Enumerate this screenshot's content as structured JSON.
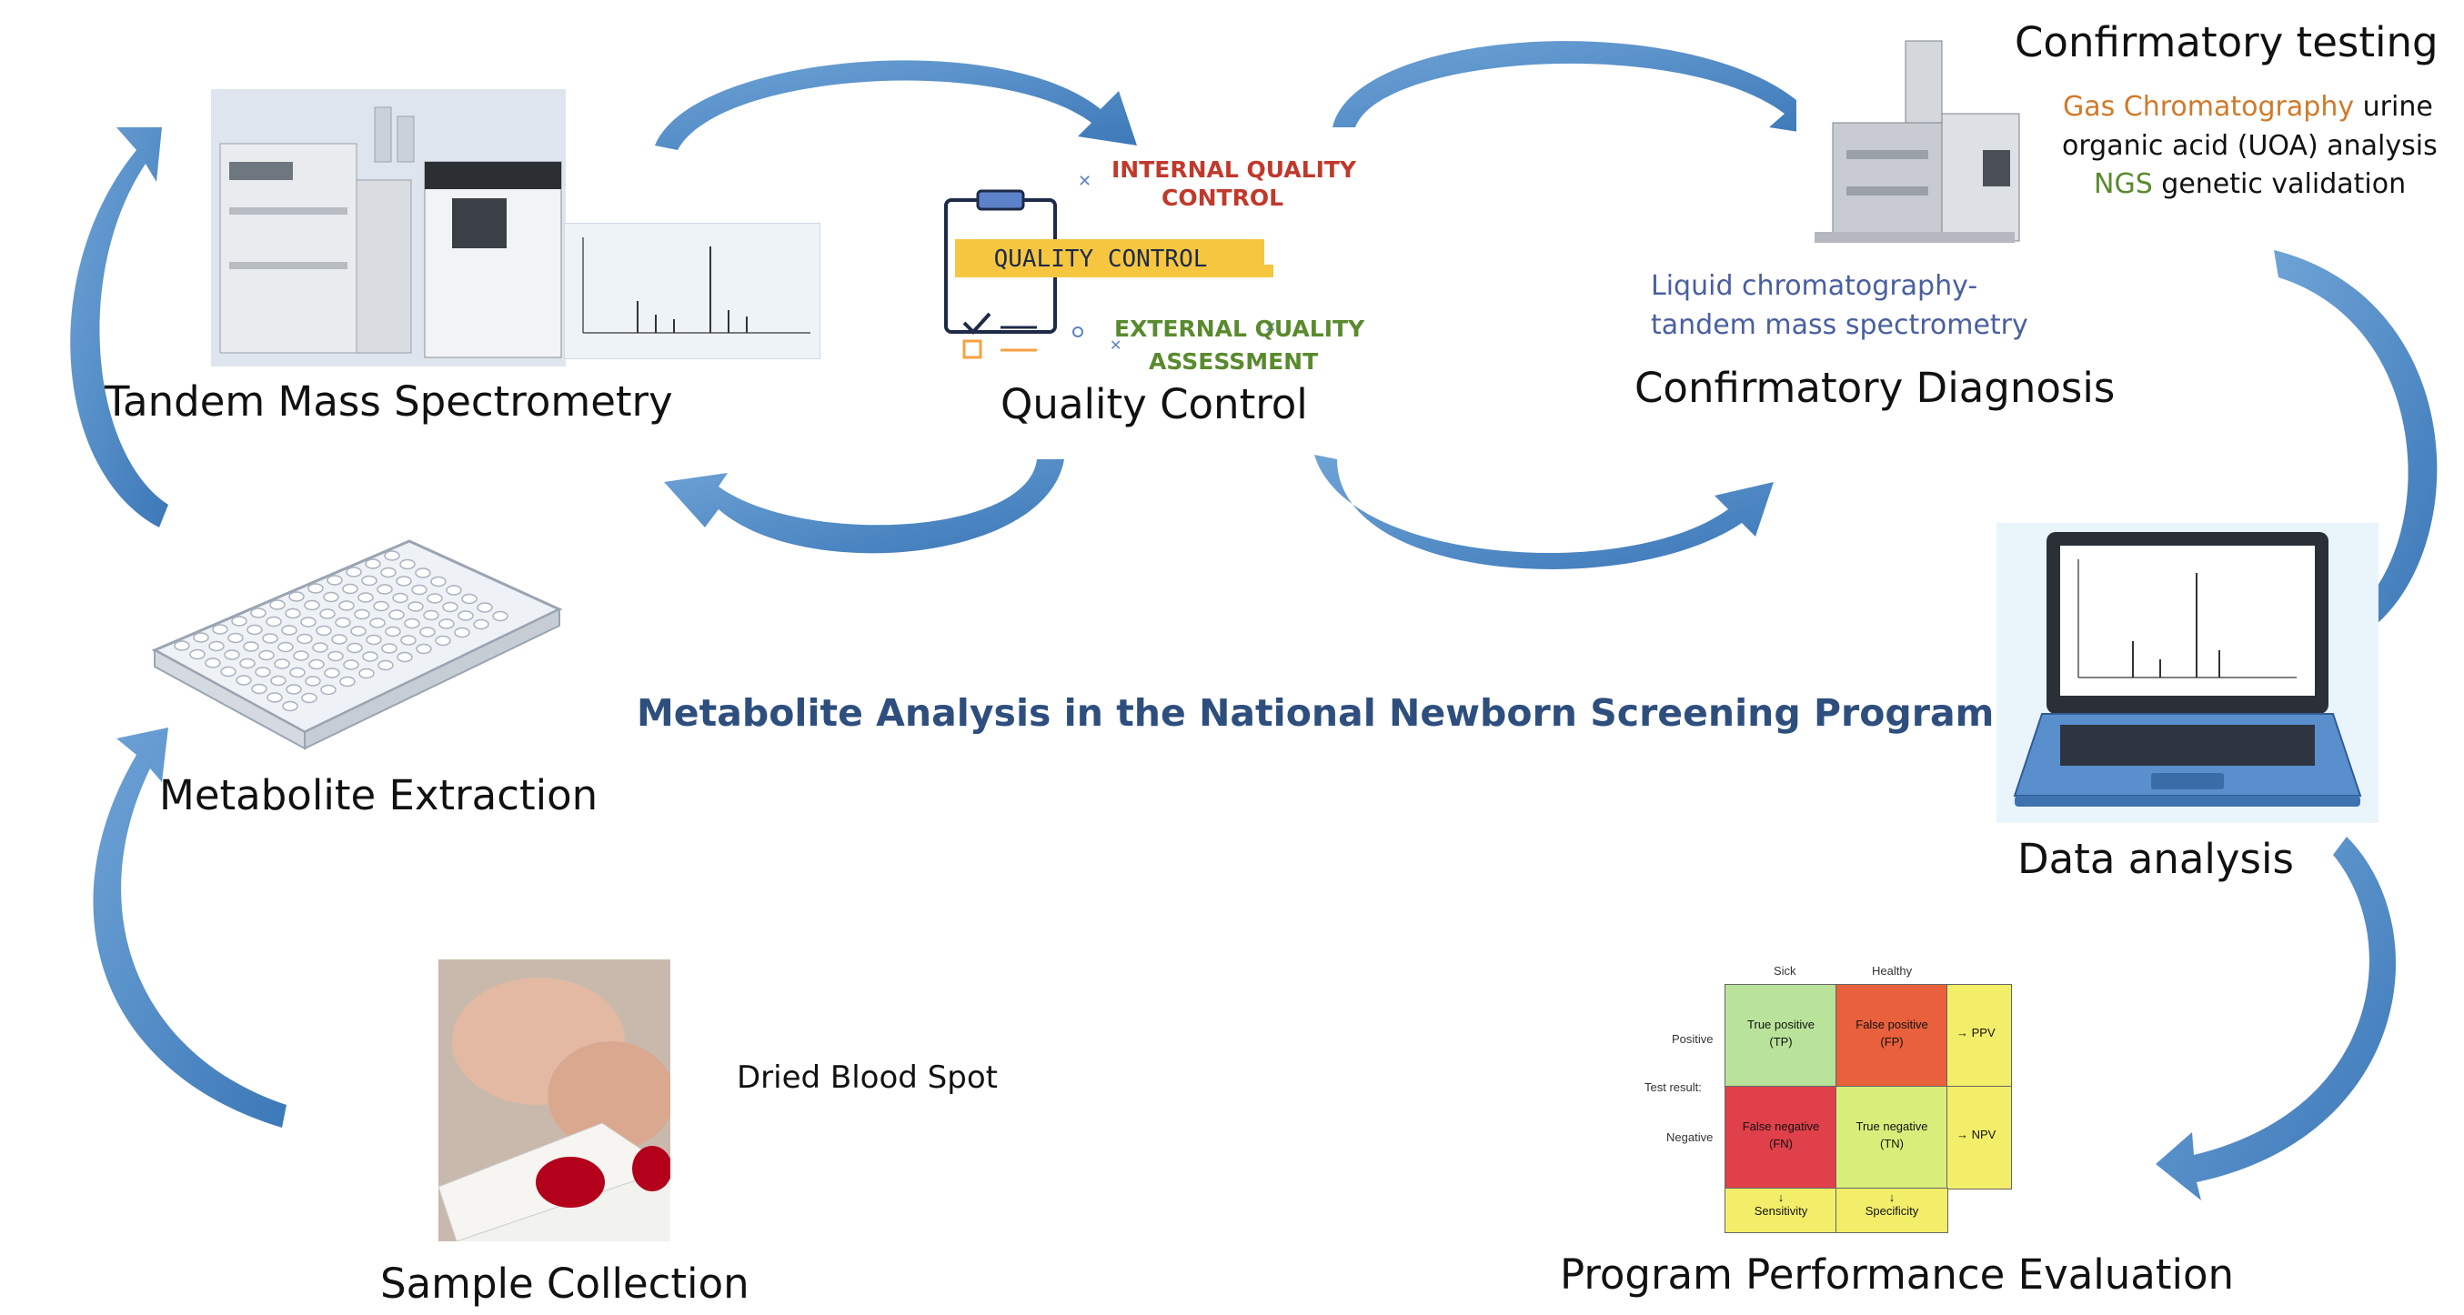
{
  "title": "Metabolite Analysis in the National Newborn Screening Program",
  "steps": {
    "tms": "Tandem Mass Spectrometry",
    "qc": "Quality Control",
    "confirm_dx": "Confirmatory Diagnosis",
    "extraction": "Metabolite Extraction",
    "data_analysis": "Data analysis",
    "sample_collection": "Sample Collection",
    "performance": "Program Performance Evaluation"
  },
  "qc_graphic": {
    "clipboard_text": "QUALITY CONTROL",
    "internal_line1": "INTERNAL QUALITY",
    "internal_line2": "CONTROL",
    "external_line1": "EXTERNAL QUALITY",
    "external_line2": "ASSESSMENT"
  },
  "confirmatory_testing": {
    "heading": "Confirmatory testing",
    "gc_colored": "Gas Chromatography",
    "gc_rest": "urine",
    "line2": "organic acid (UOA) analysis",
    "ngs_colored": "NGS",
    "ngs_rest": "genetic validation"
  },
  "lc_text": {
    "line1": "Liquid chromatography-",
    "line2": "tandem mass spectrometry"
  },
  "dried_blood_spot": "Dried Blood Spot",
  "confusion_matrix": {
    "col_sick": "Sick",
    "col_healthy": "Healthy",
    "row_positive": "Positive",
    "row_test_result": "Test result:",
    "row_negative": "Negative",
    "tp_line1": "True positive",
    "tp_line2": "(TP)",
    "fp_line1": "False positive",
    "fp_line2": "(FP)",
    "fn_line1": "False negative",
    "fn_line2": "(FN)",
    "tn_line1": "True negative",
    "tn_line2": "(TN)",
    "ppv": "→ PPV",
    "npv": "→ NPV",
    "sensitivity": "Sensitivity",
    "specificity": "Specificity"
  },
  "colors": {
    "arrow": "#4a86c5",
    "title": "#2e4f7e",
    "internal_qc": "#c0392b",
    "external_qc": "#5a8a2e",
    "gc": "#d07a2a",
    "ngs": "#5a8a2e",
    "lc": "#4a5fa0",
    "tp": "#b9e39a",
    "fp": "#e8603c",
    "fn": "#e0404a",
    "tn": "#d9ee7a",
    "side": "#f3ee6a"
  }
}
